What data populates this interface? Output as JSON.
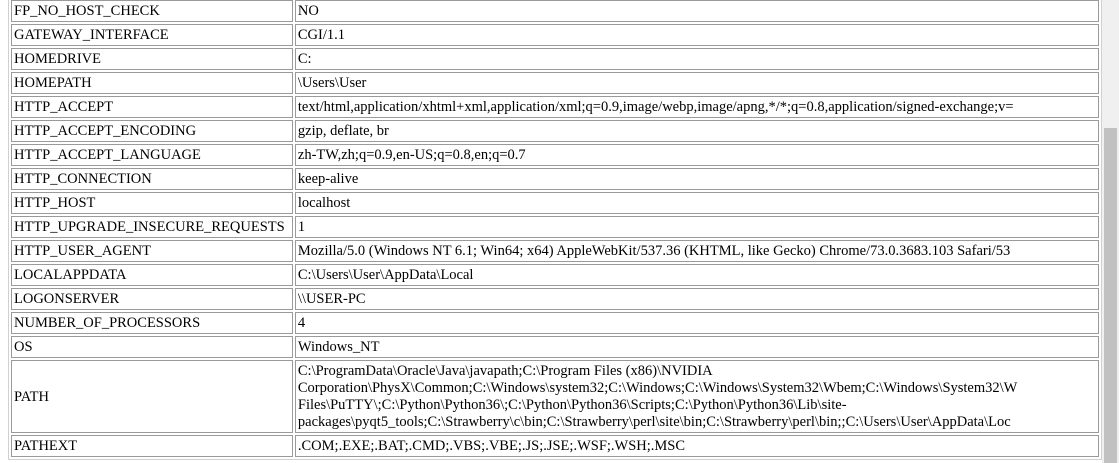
{
  "rows": [
    {
      "key": "FP_NO_HOST_CHECK",
      "value": "NO"
    },
    {
      "key": "GATEWAY_INTERFACE",
      "value": "CGI/1.1"
    },
    {
      "key": "HOMEDRIVE",
      "value": "C:"
    },
    {
      "key": "HOMEPATH",
      "value": "\\Users\\User"
    },
    {
      "key": "HTTP_ACCEPT",
      "value": "text/html,application/xhtml+xml,application/xml;q=0.9,image/webp,image/apng,*/*;q=0.8,application/signed-exchange;v="
    },
    {
      "key": "HTTP_ACCEPT_ENCODING",
      "value": "gzip, deflate, br"
    },
    {
      "key": "HTTP_ACCEPT_LANGUAGE",
      "value": "zh-TW,zh;q=0.9,en-US;q=0.8,en;q=0.7"
    },
    {
      "key": "HTTP_CONNECTION",
      "value": "keep-alive"
    },
    {
      "key": "HTTP_HOST",
      "value": "localhost"
    },
    {
      "key": "HTTP_UPGRADE_INSECURE_REQUESTS",
      "value": "1"
    },
    {
      "key": "HTTP_USER_AGENT",
      "value": "Mozilla/5.0 (Windows NT 6.1; Win64; x64) AppleWebKit/537.36 (KHTML, like Gecko) Chrome/73.0.3683.103 Safari/53"
    },
    {
      "key": "LOCALAPPDATA",
      "value": "C:\\Users\\User\\AppData\\Local"
    },
    {
      "key": "LOGONSERVER",
      "value": "\\\\USER-PC"
    },
    {
      "key": "NUMBER_OF_PROCESSORS",
      "value": "4"
    },
    {
      "key": "OS",
      "value": "Windows_NT"
    }
  ],
  "path_row": {
    "key": "PATH",
    "lines": [
      "C:\\ProgramData\\Oracle\\Java\\javapath;C:\\Program Files (x86)\\NVIDIA",
      "Corporation\\PhysX\\Common;C:\\Windows\\system32;C:\\Windows;C:\\Windows\\System32\\Wbem;C:\\Windows\\System32\\W",
      "Files\\PuTTY\\;C:\\Python\\Python36\\;C:\\Python\\Python36\\Scripts;C:\\Python\\Python36\\Lib\\site-",
      "packages\\pyqt5_tools;C:\\Strawberry\\c\\bin;C:\\Strawberry\\perl\\site\\bin;C:\\Strawberry\\perl\\bin;;C:\\Users\\User\\AppData\\Loc"
    ]
  },
  "pathext_row": {
    "key": "PATHEXT",
    "value": ".COM;.EXE;.BAT;.CMD;.VBS;.VBE;.JS;.JSE;.WSF;.WSH;.MSC"
  }
}
